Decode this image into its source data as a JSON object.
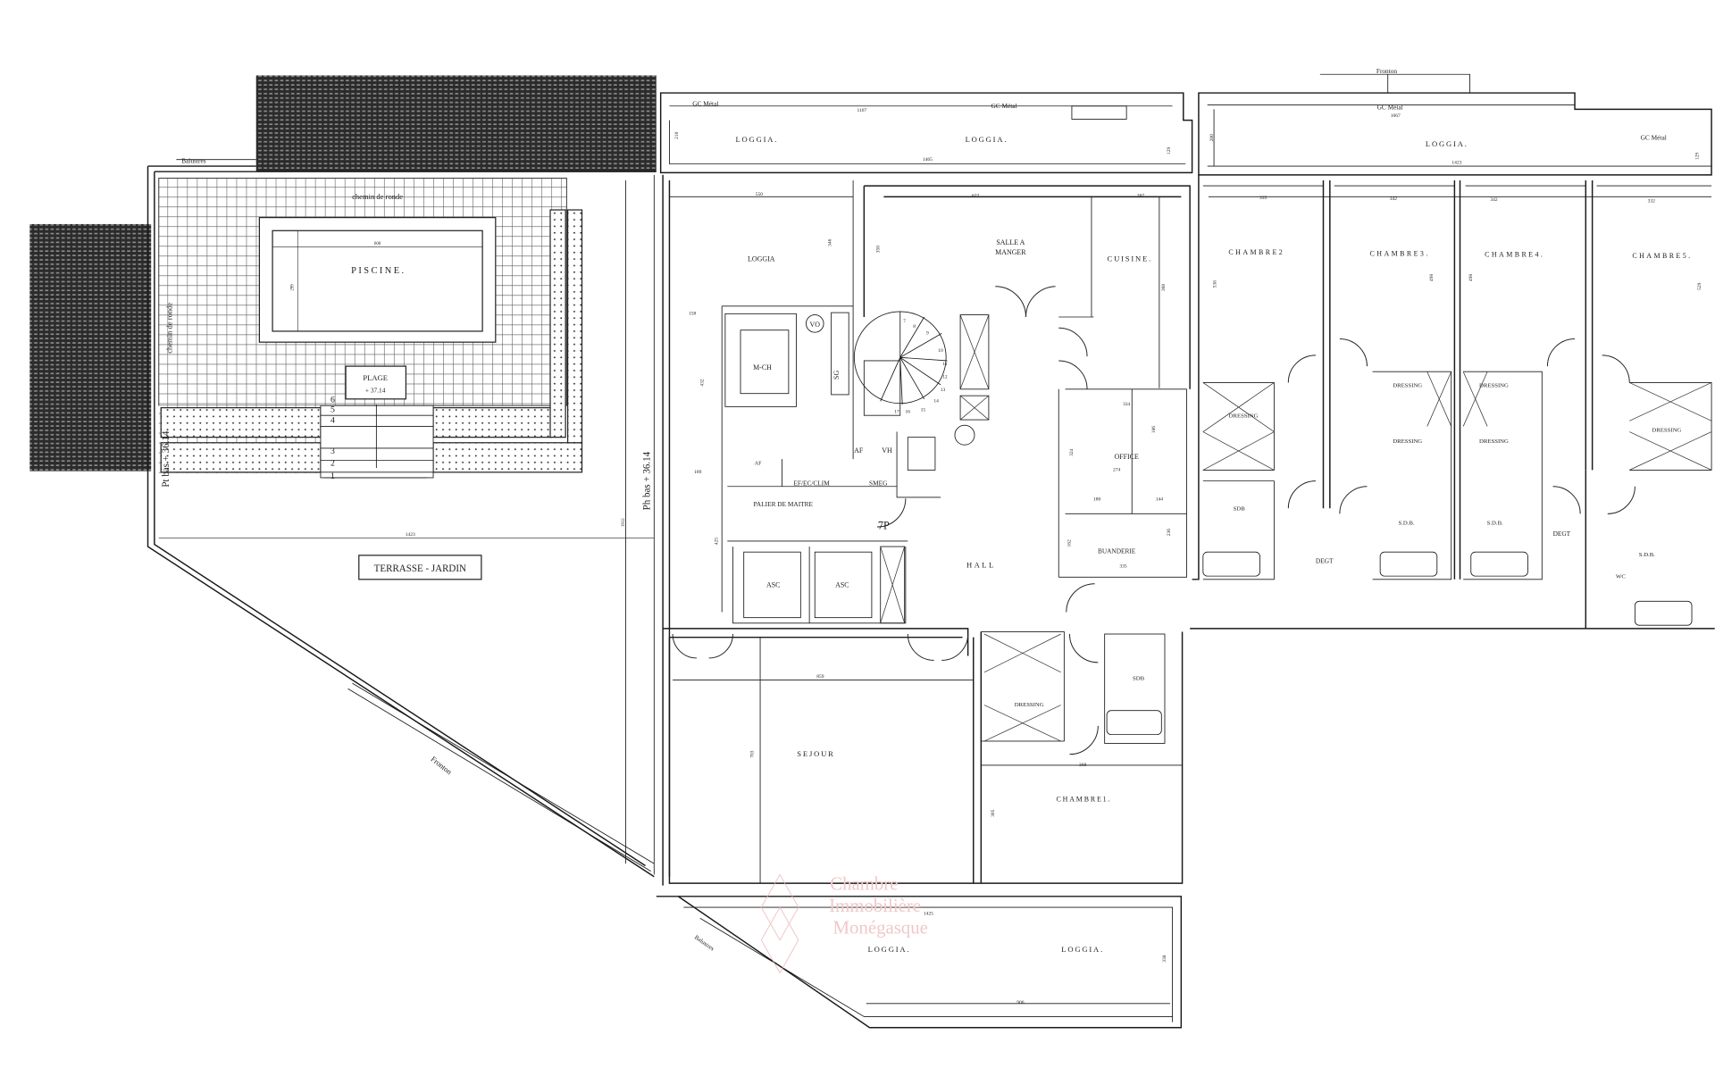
{
  "terrace": {
    "balustres": "Balustres",
    "chemin_top": "chemin de ronde",
    "chemin_side": "chemin de ronde",
    "pool": "PISCINE.",
    "pool_length": "600",
    "pool_width": "299",
    "plage": "PLAGE",
    "plage_level": "+ 37.14",
    "steps": [
      "1",
      "2",
      "3",
      "4",
      "5",
      "6"
    ],
    "pt_bas": "Pt bas + 36.14",
    "ph_bas": "Ph bas + 36.14",
    "dim_depth": "1912",
    "dim_width": "1423",
    "terrasse": "TERRASSE - JARDIN",
    "fronton": "Fronton"
  },
  "north_loggia": {
    "gc_metal_1": "GC Métal",
    "gc_metal_2": "GC Métal",
    "dim_top": "1107",
    "dim_bottom": "1465",
    "dim_left": "210",
    "dim_right": "129",
    "label_1": "LOGGIA.",
    "label_2": "LOGGIA."
  },
  "east_loggia": {
    "fronton": "Fronton",
    "gc_metal_1": "GC Métal",
    "gc_metal_2": "GC Métal",
    "dim_top": "1067",
    "dim_bottom": "1423",
    "dim_left": "200",
    "dim_right": "129",
    "label": "LOGGIA."
  },
  "center": {
    "loggia": "LOGGIA",
    "loggia_w": "550",
    "loggia_h": "346",
    "salle": "SALLE A",
    "manger": "MANGER",
    "salle_w": "622",
    "salle_h": "350",
    "cuisine": "CUISINE.",
    "cuisine_w": "267",
    "cuisine_h": "360",
    "dim_158": "158",
    "dim_432": "432",
    "mch": "M-CH",
    "vo": "VO",
    "sg": "SG",
    "af1": "AF",
    "vh": "VH",
    "af2": "AF",
    "efec": "EF/EC/CLIM",
    "smeg": "SMEG",
    "palier": "PALIER DE MAITRE",
    "dim_189": "189",
    "dim_425": "425",
    "asc1": "ASC",
    "asc2": "ASC",
    "seven_p": "7P",
    "hall": "HALL",
    "stairs": [
      "7",
      "8",
      "9",
      "10",
      "11",
      "12",
      "13",
      "14",
      "15",
      "16",
      "17"
    ]
  },
  "office": {
    "office": "OFFICE",
    "dim_334": "334",
    "dim_274": "274",
    "dim_324": "324",
    "dim_186": "186",
    "dim_180": "180",
    "dim_144": "144",
    "buanderie": "BUANDERIE",
    "dim_335": "335",
    "dim_162": "162",
    "dim_236": "236"
  },
  "bedrooms": {
    "chambre2": "CHAMBRE2",
    "chambre3": "CHAMBRE3.",
    "chambre4": "CHAMBRE4.",
    "chambre5": "CHAMBRE5.",
    "w2": "335",
    "w3": "342",
    "w4": "342",
    "w5": "332",
    "h2": "538",
    "h3": "498",
    "h4": "498",
    "h5": "529",
    "dressing": [
      "DRESSING",
      "DRESSING",
      "DRESSING",
      "DRESSING",
      "DRESSING",
      "DRESSING"
    ],
    "sdb2": "SDB",
    "sdb3": "S.D.B.",
    "sdb4": "S.D.B.",
    "sdb5": "S.D.B.",
    "degt1": "DEGT",
    "degt2": "DEGT",
    "wc": "WC"
  },
  "south": {
    "sejour": "SEJOUR",
    "sejour_w": "859",
    "sejour_h": "703",
    "dressing": "DRESSING",
    "sdb": "SDB",
    "chambre1": "CHAMBRE1.",
    "chambre1_w": "368",
    "chambre1_h": "305",
    "loggia_w": "1425",
    "loggia_1": "LOGGIA.",
    "loggia_2": "LOGGIA.",
    "loggia_h": "338",
    "loggia_inner": "906",
    "balustres": "Balustres"
  },
  "watermark": [
    "Chambre",
    "Immobilière",
    "Monégasque"
  ],
  "colors": {
    "ink": "#1a1a1a",
    "roof": "#2b2b2b",
    "watermark": "#f0c8c8"
  }
}
